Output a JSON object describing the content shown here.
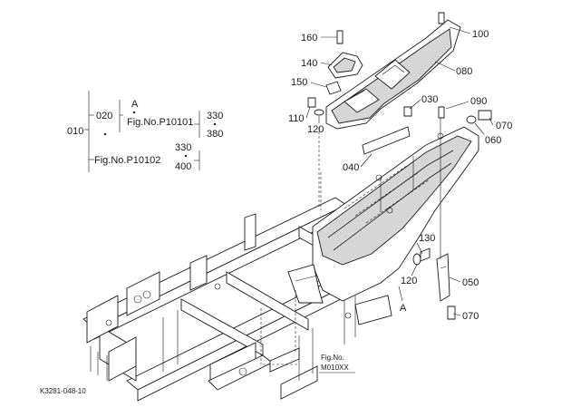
{
  "assembly_tree": {
    "root": "010",
    "branch_a_code": "020",
    "branch_a_letter": "A",
    "ref_1": "Fig.No.P10101",
    "ref_1_parts": [
      "330",
      "380"
    ],
    "ref_2": "Fig.No.P10102",
    "ref_2_parts": [
      "330",
      "400"
    ]
  },
  "callouts": {
    "c100": "100",
    "c160": "160",
    "c140": "140",
    "c080": "080",
    "c150": "150",
    "c030": "030",
    "c090": "090",
    "c110": "110",
    "c120a": "120",
    "c070a": "070",
    "c060": "060",
    "c040": "040",
    "c130": "130",
    "c050": "050",
    "c120b": "120",
    "cA": "A",
    "c070b": "070"
  },
  "figure_ref": {
    "line1": "Fig.No.",
    "line2": "M010XX"
  },
  "drawing_code": "K3281-048-10"
}
